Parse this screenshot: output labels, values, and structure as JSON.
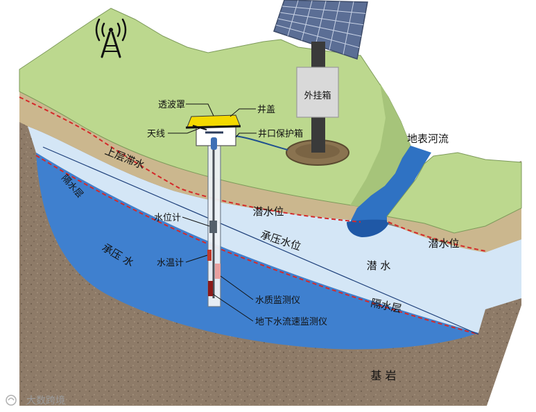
{
  "labels": {
    "radome": "透波罩",
    "well_cover": "井盖",
    "antenna": "天线",
    "wellhead_box": "井口保护箱",
    "external_box": "外挂箱",
    "surface_river": "地表河流",
    "perched_water": "上层滞水",
    "aquitard_left": "隔水层",
    "water_table_center": "潜水位",
    "water_table_right": "潜水位",
    "water_level_gauge": "水位计",
    "confined_water": "承压 水",
    "confined_water_level": "承压水位",
    "phreatic_water": "潜 水",
    "water_temp_gauge": "水温计",
    "water_quality_monitor": "水质监测仪",
    "groundwater_flow_monitor": "地下水流速监测仪",
    "aquitard_right": "隔水层",
    "bedrock": "基 岩"
  },
  "watermark": {
    "text": "大数跨境"
  },
  "icons": {
    "tower": "signal-tower-icon",
    "solar_panel": "solar-panel-icon",
    "watermark_logo": "watermark-logo-icon"
  },
  "colors": {
    "surface_green": "#bcd88e",
    "surface_green_shade": "#a6c47a",
    "perched_tan": "#cbb78e",
    "phreatic_blue": "#d4e6f6",
    "confined_blue": "#3f80cf",
    "bedrock_brown": "#8e7b68",
    "water_table_dash": "#d42a2a",
    "river_blue": "#2f72c3",
    "river_deep": "#1f58a6",
    "radome_yellow": "#f4d900",
    "confined_level_line": "#1d3f7a",
    "cable_blue": "#1e4f8f"
  }
}
